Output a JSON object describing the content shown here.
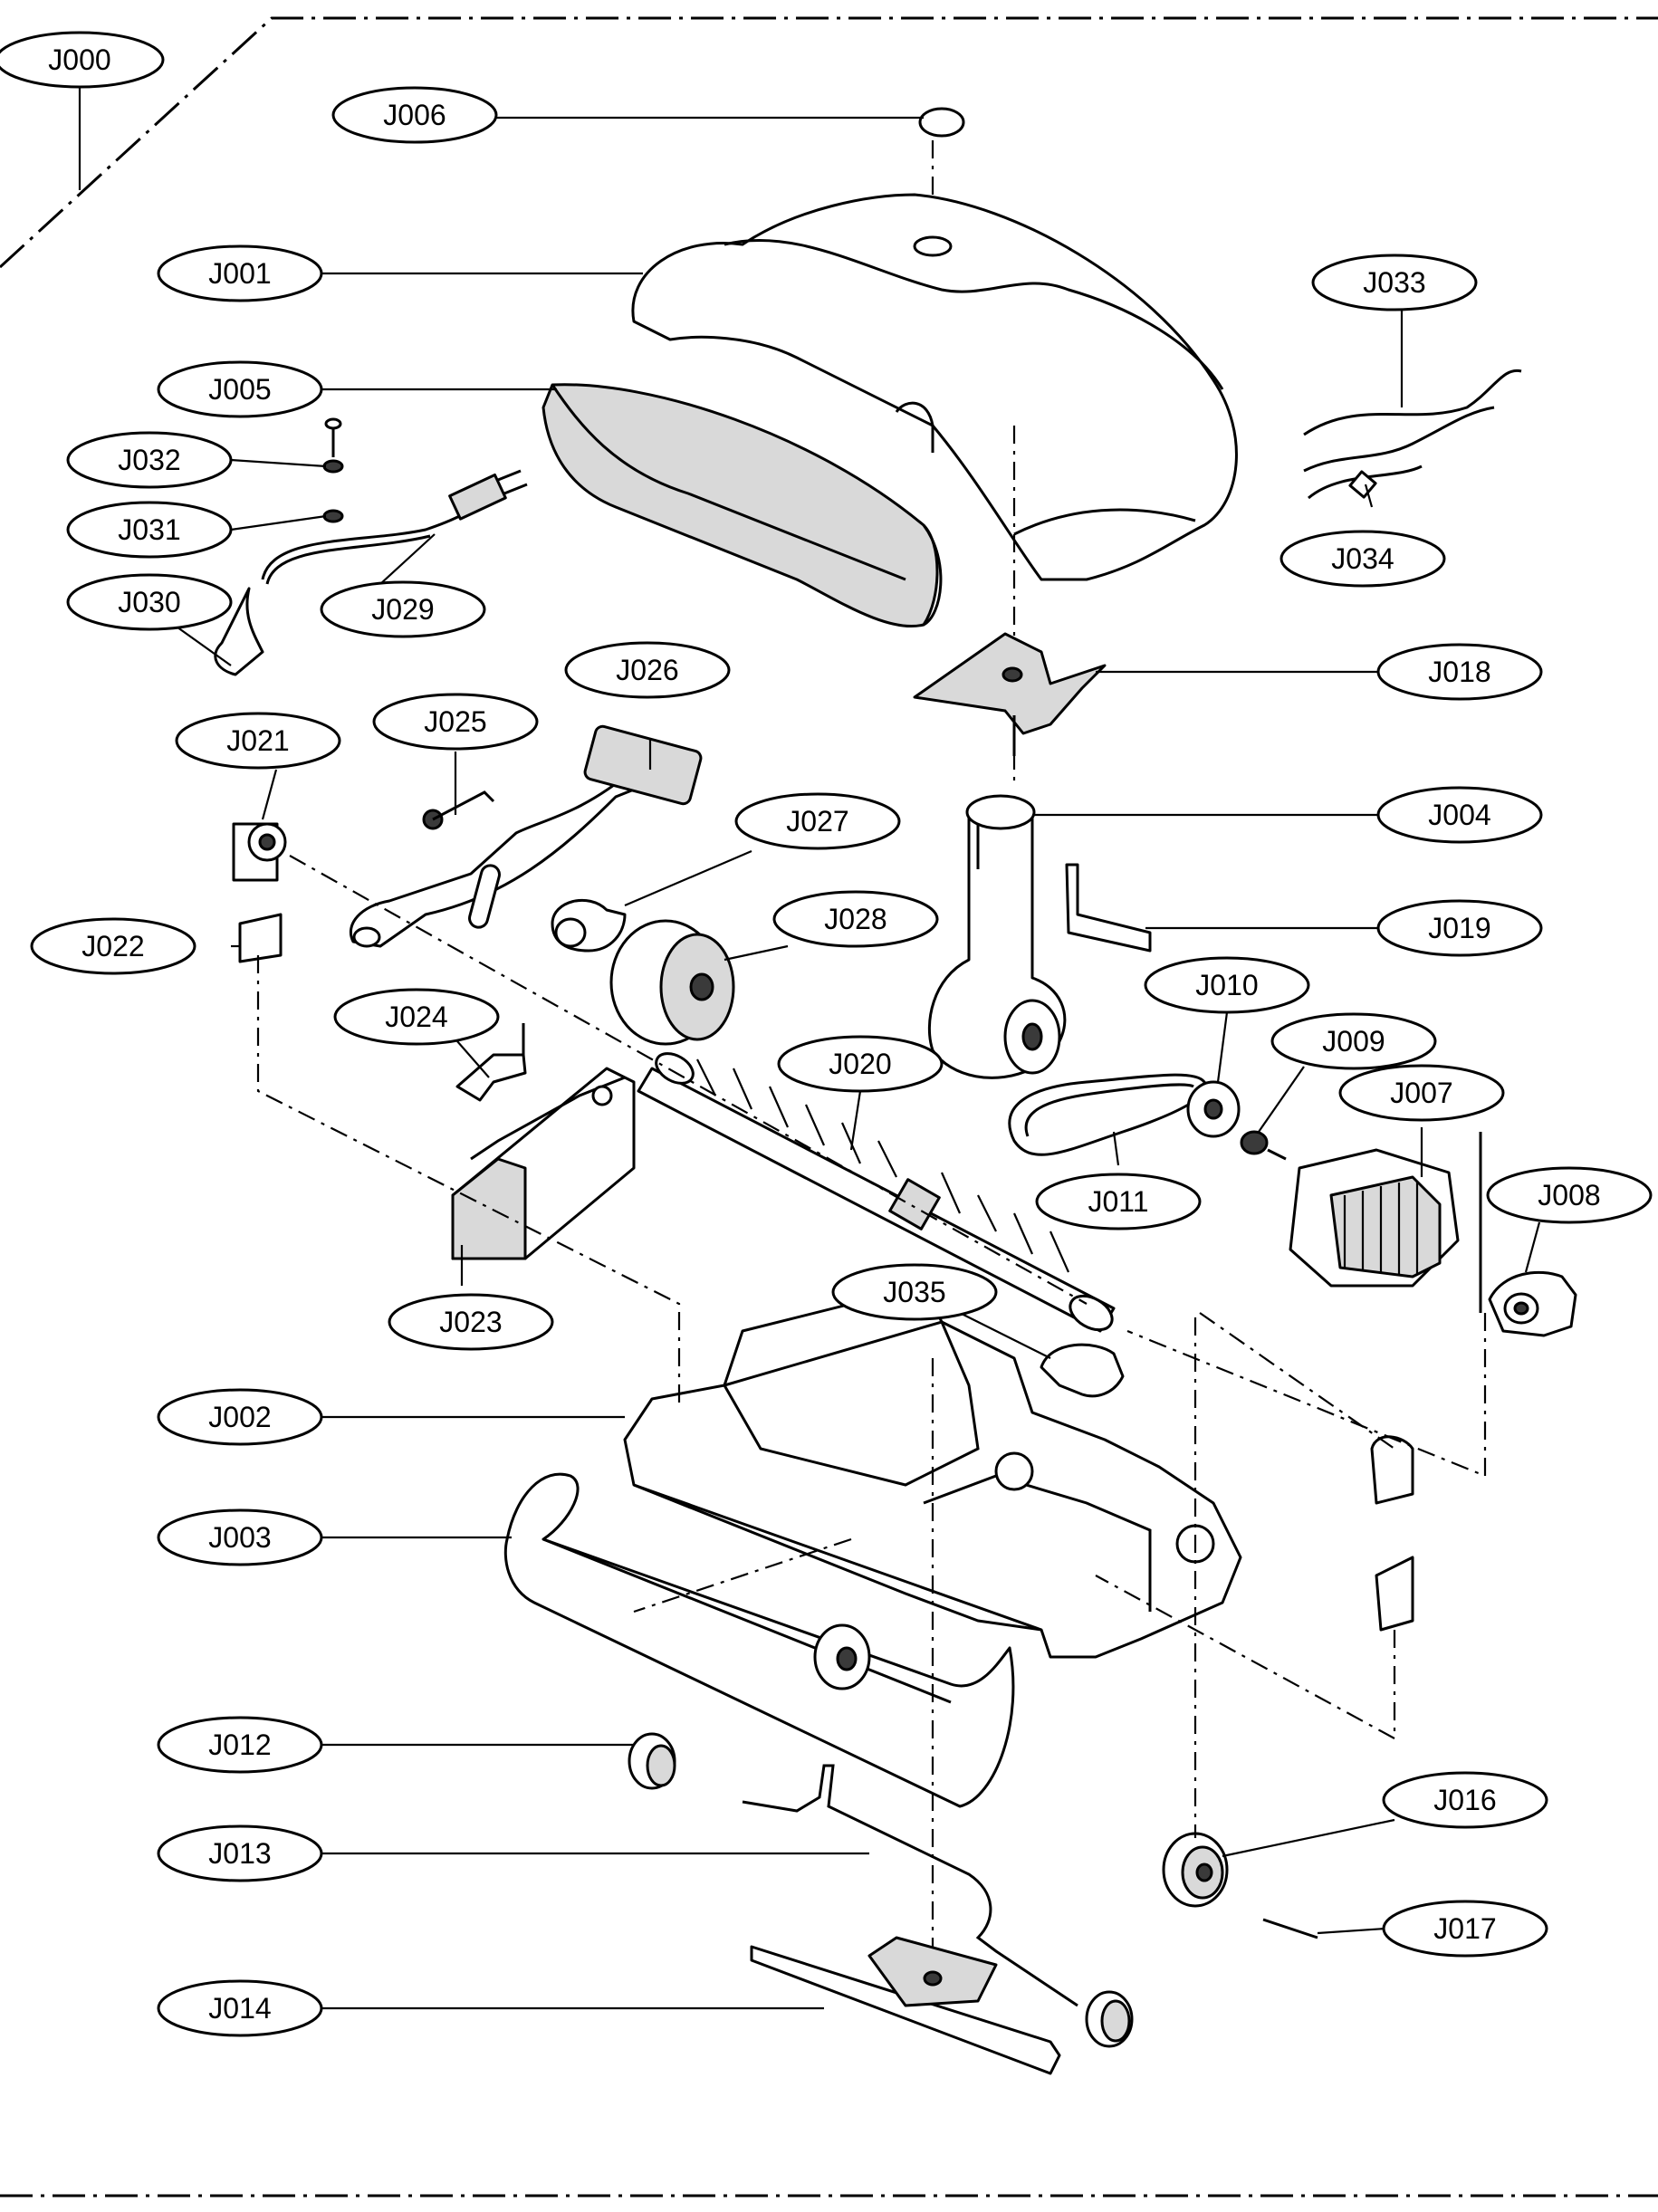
{
  "diagram": {
    "title": "",
    "callouts": {
      "J000": "J000",
      "J001": "J001",
      "J002": "J002",
      "J003": "J003",
      "J004": "J004",
      "J005": "J005",
      "J006": "J006",
      "J007": "J007",
      "J008": "J008",
      "J009": "J009",
      "J010": "J010",
      "J011": "J011",
      "J012": "J012",
      "J013": "J013",
      "J014": "J014",
      "J016": "J016",
      "J017": "J017",
      "J018": "J018",
      "J019": "J019",
      "J020": "J020",
      "J021": "J021",
      "J022": "J022",
      "J023": "J023",
      "J024": "J024",
      "J025": "J025",
      "J026": "J026",
      "J027": "J027",
      "J028": "J028",
      "J029": "J029",
      "J030": "J030",
      "J031": "J031",
      "J032": "J032",
      "J033": "J033",
      "J034": "J034",
      "J035": "J035"
    }
  }
}
